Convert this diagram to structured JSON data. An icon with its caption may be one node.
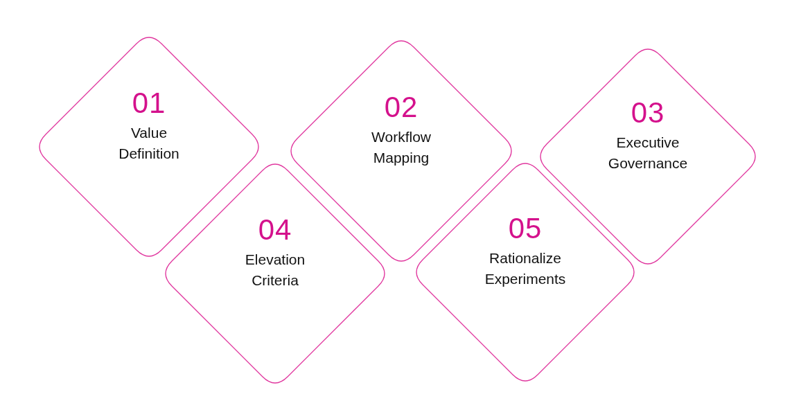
{
  "diagram": {
    "nodes": [
      {
        "text": [
          "01",
          "Value Definition"
        ]
      },
      {
        "text": [
          "02",
          "Workflow Mapping"
        ]
      },
      {
        "text": [
          "03",
          "Executive Governance"
        ]
      },
      {
        "text": [
          "04",
          "Elevation Criteria"
        ]
      },
      {
        "text": [
          "05",
          "Rationalize Experiments"
        ]
      }
    ],
    "edges": []
  }
}
